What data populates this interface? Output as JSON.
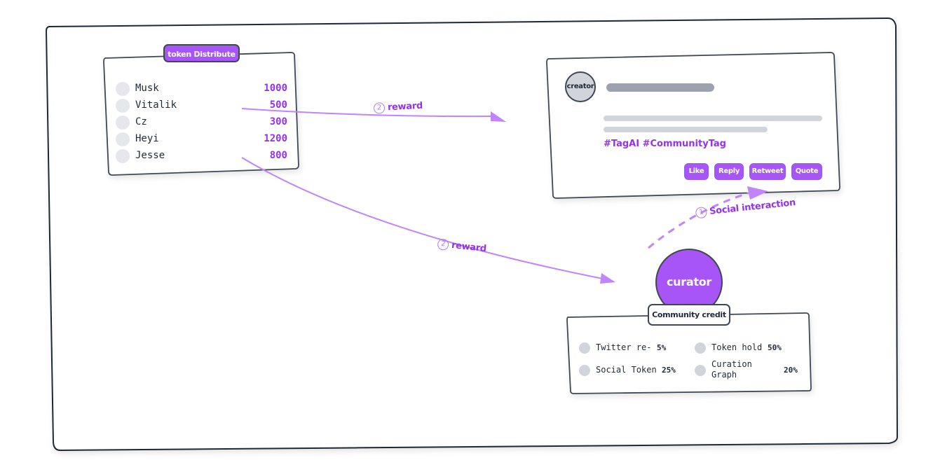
{
  "token_distribute": {
    "title": "token Distribute",
    "rows": [
      {
        "name": "Musk",
        "value": "1000"
      },
      {
        "name": "Vitalik",
        "value": "500"
      },
      {
        "name": "Cz",
        "value": "300"
      },
      {
        "name": "Heyi",
        "value": "1200"
      },
      {
        "name": "Jesse",
        "value": "800"
      }
    ]
  },
  "tweet_card": {
    "avatar_label": "creator",
    "hashtags": "#TagAI #CommunityTag",
    "actions": [
      "Like",
      "Reply",
      "Retweet",
      "Quote"
    ]
  },
  "curator": {
    "label": "curator",
    "credit_title": "Community credit",
    "credit_items": [
      {
        "name": "Twitter re-",
        "value": "5%"
      },
      {
        "name": "Token hold",
        "value": "50%"
      },
      {
        "name": "Social Token",
        "value": "25%"
      },
      {
        "name": "Curation Graph",
        "value": "20%"
      }
    ]
  },
  "edges": {
    "reward_top": {
      "step": "2",
      "label": "reward"
    },
    "reward_bottom": {
      "step": "2",
      "label": "reward"
    },
    "social_interaction": {
      "step": "1",
      "label": "Social interaction"
    }
  },
  "colors": {
    "accent": "#a855f7",
    "accent_text": "#9333ea",
    "arrow": "#c084fc",
    "stroke": "#1f2937",
    "placeholder_dark": "#9ca3af",
    "placeholder_light": "#d1d5db"
  }
}
